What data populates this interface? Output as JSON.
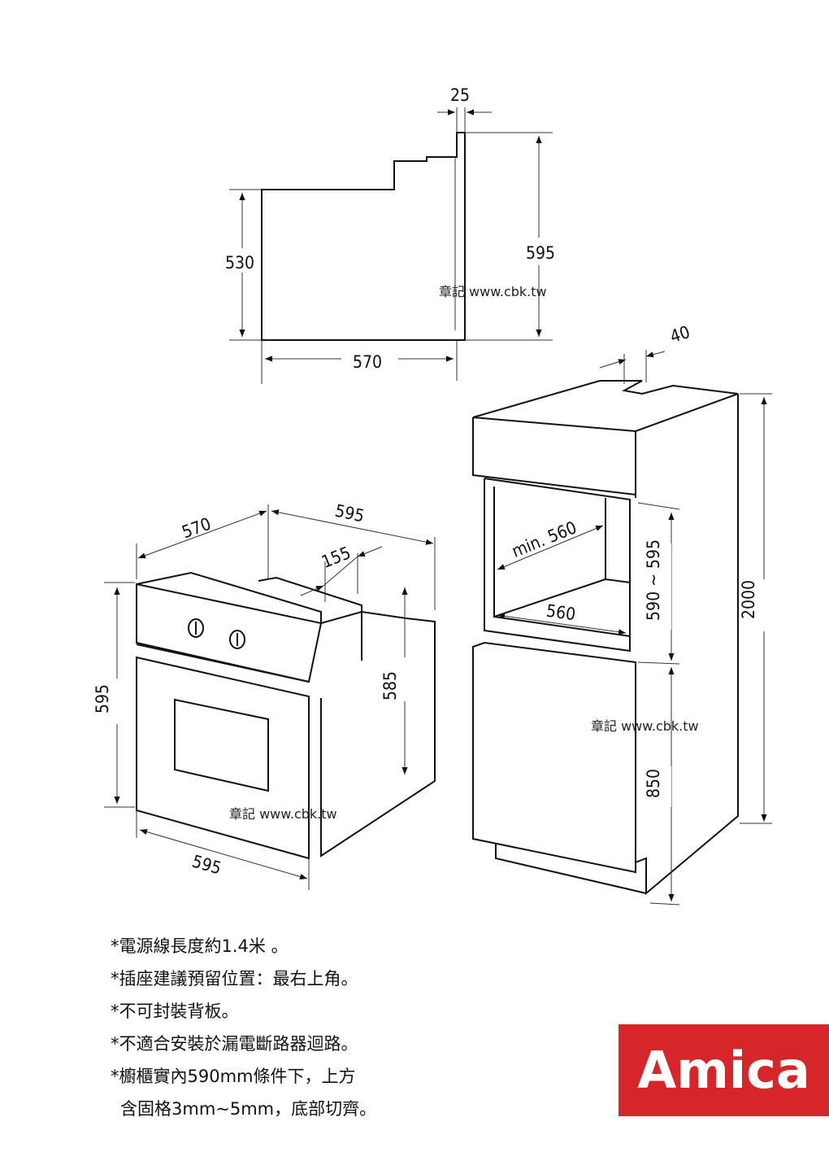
{
  "dimensions": {
    "side_gap": "25",
    "side_height": "595",
    "side_depth_height": "530",
    "side_depth": "570",
    "cab_top_gap": "40",
    "cab_total_height": "2000",
    "cab_niche_height": "590 ~ 595",
    "cab_lower_height": "850",
    "cab_min_depth": "min. 560",
    "cab_width": "560",
    "oven_depth": "570",
    "oven_width_top": "595",
    "oven_offset": "155",
    "oven_height": "595",
    "oven_body_height": "585",
    "oven_width_bottom": "595"
  },
  "watermarks": {
    "wm1": "章記 www.cbk.tw",
    "wm2": "章記 www.cbk.tw",
    "wm3": "章記 www.cbk.tw"
  },
  "notes": [
    "*電源線長度約1.4米 。",
    "*插座建議預留位置：最右上角。",
    "*不可封裝背板。",
    "*不適合安裝於漏電斷路器迴路。",
    "*櫥櫃實內590mm條件下，上方",
    " 含固格3mm~5mm，底部切齊。"
  ],
  "logo": {
    "text": "Amica",
    "bg_color": "#d7262a"
  }
}
